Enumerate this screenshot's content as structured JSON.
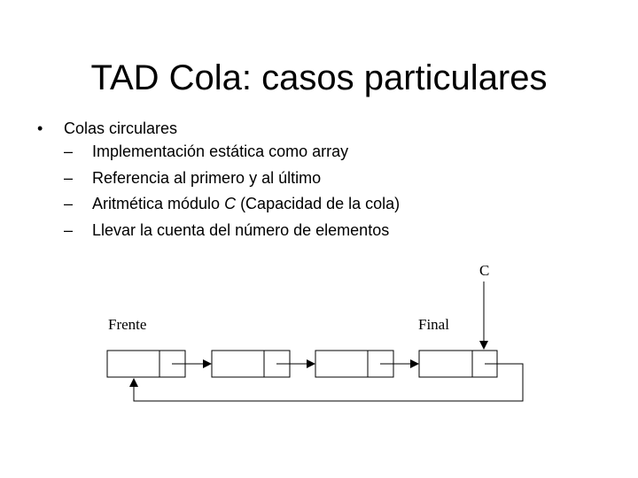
{
  "slide": {
    "title": "TAD Cola: casos particulares"
  },
  "bullets": [
    {
      "symbol": "•",
      "text": "Colas circulares",
      "subitems": [
        {
          "symbol": "–",
          "parts": [
            "Implementación estática como array"
          ]
        },
        {
          "symbol": "–",
          "parts": [
            "Referencia al primero y al último"
          ]
        },
        {
          "symbol": "–",
          "parts": [
            "Aritmética módulo ",
            "C",
            " (Capacidad de la cola)"
          ]
        },
        {
          "symbol": "–",
          "parts": [
            "Llevar la cuenta del número de elementos"
          ]
        }
      ]
    }
  ],
  "diagram": {
    "label_front": "Frente",
    "label_end": "Final",
    "label_capacity": "C",
    "node_count": 4
  }
}
